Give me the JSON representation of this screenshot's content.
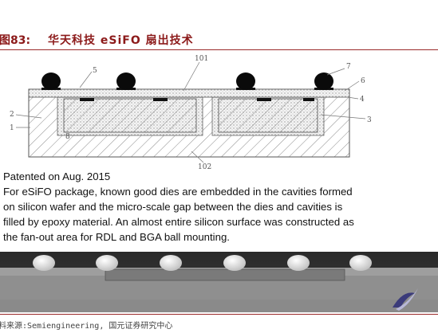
{
  "figure": {
    "number": "图83:",
    "title": "华天科技 eSiFO 扇出技术"
  },
  "diagram": {
    "labels": [
      "101",
      "5",
      "7",
      "6",
      "4",
      "2",
      "1",
      "3",
      "8",
      "102"
    ]
  },
  "caption": {
    "lines": [
      "Patented on Aug. 2015",
      "For eSiFO package, known good dies are embedded in the cavities formed",
      "on silicon wafer and the micro-scale gap between the dies and cavities is",
      "filled by epoxy material. An almost entire silicon surface was constructed as",
      "the fan-out area for RDL and BGA ball mounting."
    ]
  },
  "source": "料来源:Semiengineering, 国元证券研究中心"
}
